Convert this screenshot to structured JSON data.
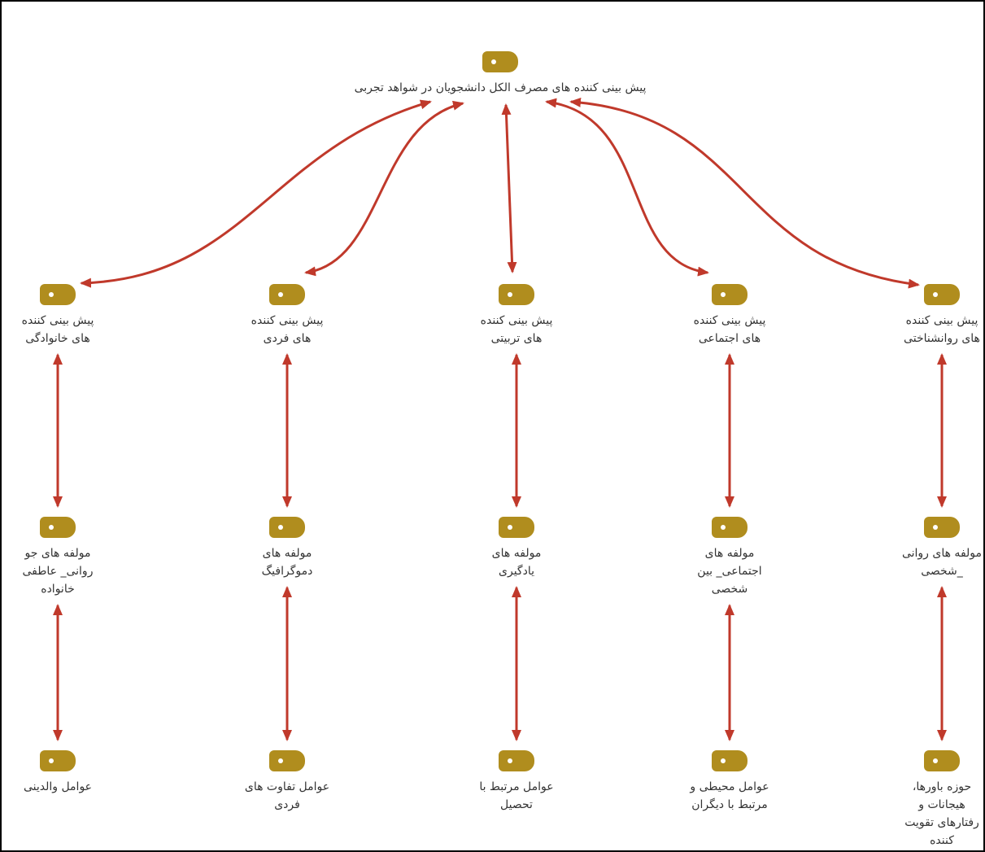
{
  "diagram": {
    "colors": {
      "arrow": "#c0392b",
      "node_tag": "#b08d1e",
      "text": "#333333",
      "frame": "#000000"
    },
    "node_icon": "tag-icon",
    "root": {
      "label": "پیش بینی کننده های مصرف الکل دانشجویان در شواهد تجربی"
    },
    "columns": [
      {
        "category": "پیش بینی کننده\nهای خانوادگی",
        "component": "مولفه های جو\nروانی_ عاطفی\nخانواده",
        "factor": "عوامل والدینی"
      },
      {
        "category": "پیش بینی کننده\nهای  فردی",
        "component": "مولفه های\nدموگرافیگ",
        "factor": "عوامل تفاوت های\nفردی"
      },
      {
        "category": "پیش بینی کننده\nهای تربیتی",
        "component": "مولفه های\nیادگیری",
        "factor": "عوامل مرتبط با\nتحصیل"
      },
      {
        "category": "پیش بینی کننده\nهای اجتماعی",
        "component": "مولفه های\nاجتماعی_ بین\nشخصی",
        "factor": "عوامل محیطی و\nمرتبط با دیگران"
      },
      {
        "category": "پیش بینی کننده\nهای روانشناختی",
        "component": "مولفه های روانی\n_شخصی",
        "factor": "حوزه باورها،\nهیجانات و\nرفتارهای تقویت\nکننده"
      }
    ]
  }
}
